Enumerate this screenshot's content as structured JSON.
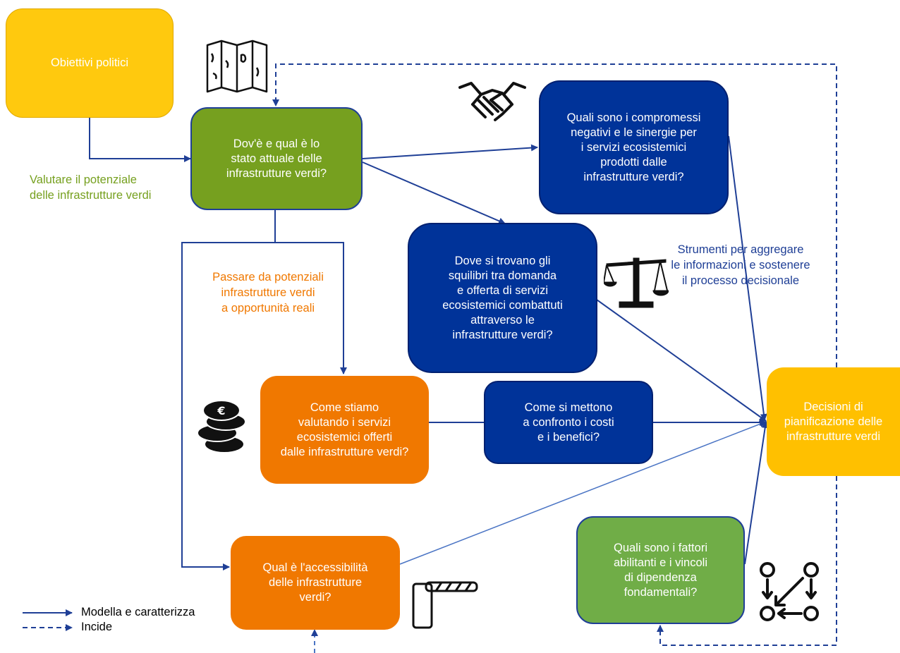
{
  "nodes": {
    "obiettivi": "Obiettivi politici",
    "dove_stato": "Dov'è e qual è lo\nstato attuale delle\ninfrastrutture verdi?",
    "compromessi": "Quali sono i compromessi\nnegativi e le sinergie per\ni servizi ecosistemici\nprodotti dalle\ninfrastrutture verdi?",
    "squilibri": "Dove si trovano gli\nsquilibri tra domanda\ne offerta di servizi\necosistemici combattuti\nattraverso le\ninfrastrutture verdi?",
    "valutando": "Come stiamo\nvalutando i servizi\necosistemici offerti\ndalle infrastrutture verdi?",
    "confronto": "Come si mettono\na confronto i costi\ne i benefici?",
    "decisioni": "Decisioni di\npianificazione delle\ninfrastrutture verdi",
    "accessibilita": "Qual è l'accessibilità\ndelle infrastrutture\nverdi?",
    "fattori": "Quali sono i fattori\nabilitanti e i vincoli\ndi dipendenza\nfondamentali?"
  },
  "labels": {
    "valutare": "Valutare il potenziale\ndelle infrastrutture verdi",
    "passare": "Passare da potenziali\ninfrastrutture verdi\na opportunità reali",
    "strumenti": "Strumenti per aggregare\nle informazioni e sostenere\nil processo decisionale"
  },
  "legend": {
    "solid": "Modella e caratterizza",
    "dashed": "Incide"
  },
  "icons": [
    "map-icon",
    "handshake-icon",
    "scale-icon",
    "euro-coins-icon",
    "barrier-icon",
    "dependency-icon"
  ],
  "colors": {
    "yellow": "#ffc90e",
    "olive": "#76a01f",
    "green": "#70ad47",
    "navy": "#003399",
    "orange": "#f07800",
    "arrow": "#1f3f96",
    "green_text": "#76a01f",
    "orange_text": "#f07800",
    "navy_text": "#1f3f96"
  }
}
